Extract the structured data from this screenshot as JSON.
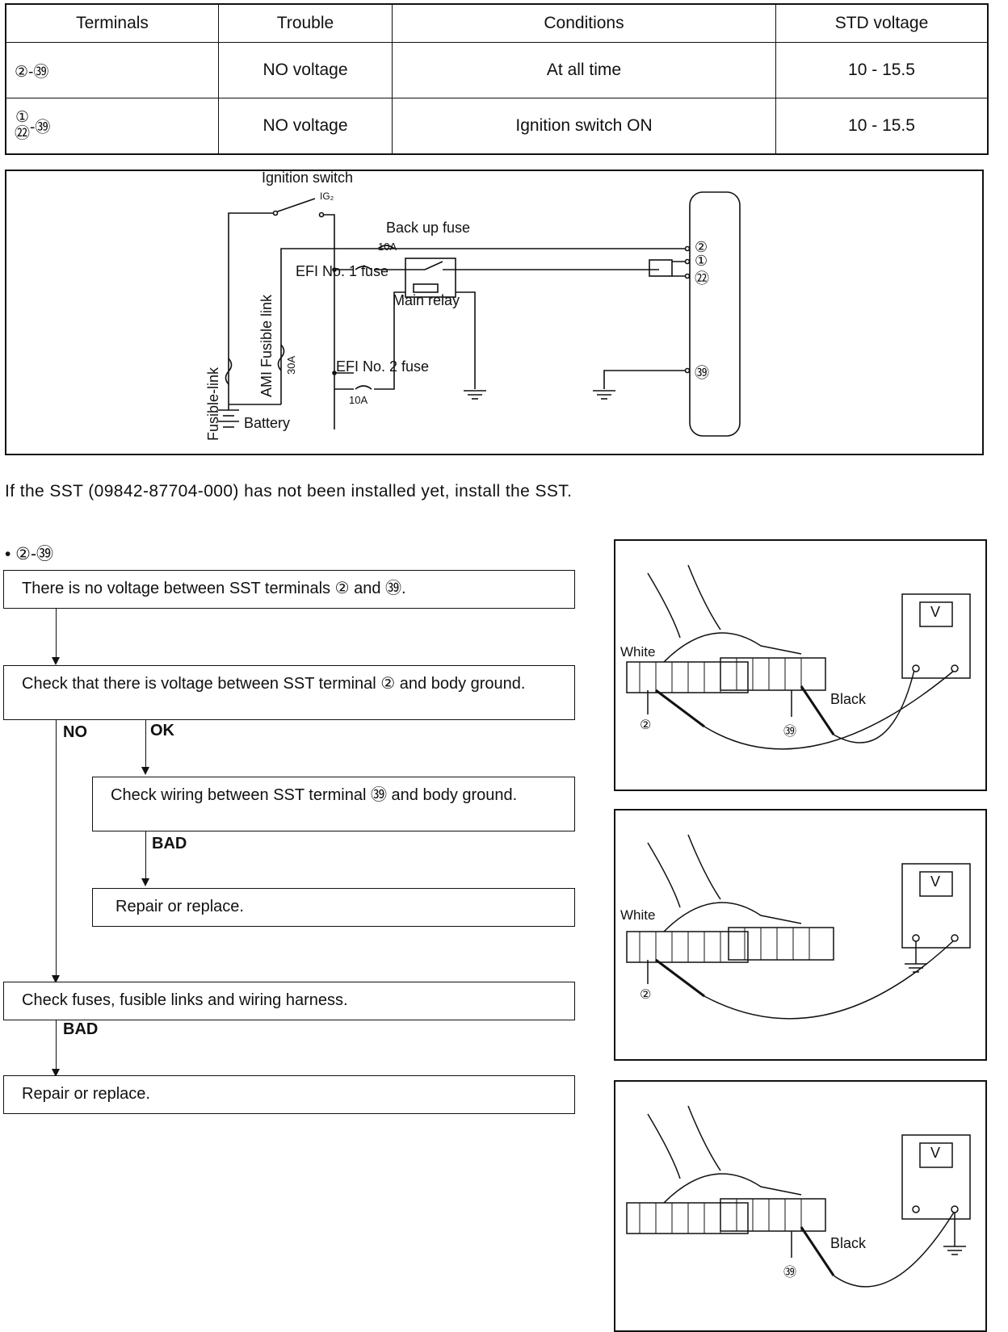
{
  "table": {
    "headers": [
      "Terminals",
      "Trouble",
      "Conditions",
      "STD voltage"
    ],
    "rows": [
      {
        "terminals": "②-㊴",
        "trouble": "NO voltage",
        "conditions": "At all time",
        "std_voltage": "10 - 15.5"
      },
      {
        "terminals_top": "①",
        "terminals_bottom": "㉒",
        "terminals_tail": "-㊴",
        "trouble": "NO voltage",
        "conditions": "Ignition switch ON",
        "std_voltage": "10 - 15.5"
      }
    ]
  },
  "circuit": {
    "ignition_switch": "Ignition switch",
    "ig2": "IG₂",
    "backup_fuse": "Back up fuse",
    "backup_amp": "10A",
    "efi1_fuse": "EFI No. 1 fuse",
    "main_relay": "Main relay",
    "ami_fusible_link": "AMI Fusible link",
    "ami_amp": "30A",
    "fusible_link": "Fusible-link",
    "efi2_fuse": "EFI No. 2 fuse",
    "efi2_amp": "10A",
    "battery": "Battery",
    "pins": [
      "②",
      "①",
      "㉒",
      "㊴"
    ]
  },
  "intro_text": "If the SST (09842-87704-000) has not been installed yet, install the SST.",
  "section_heading": "• ②-㊴",
  "flow": {
    "step1": "There is no voltage between SST terminals ② and ㊴.",
    "step2": "Check that there is voltage between SST terminal ② and body ground.",
    "label_no": "NO",
    "label_ok": "OK",
    "step3": "Check wiring between SST terminal ㊴ and body ground.",
    "label_bad1": "BAD",
    "step4": "Repair or replace.",
    "step5": "Check fuses, fusible links and wiring harness.",
    "label_bad2": "BAD",
    "step6": "Repair or replace."
  },
  "illustrations": {
    "fig1": {
      "white": "White",
      "black": "Black",
      "meter": "V",
      "pin_a": "②",
      "pin_b": "㊴"
    },
    "fig2": {
      "white": "White",
      "meter": "V",
      "pin_a": "②"
    },
    "fig3": {
      "black": "Black",
      "meter": "V",
      "pin_b": "㊴"
    }
  }
}
